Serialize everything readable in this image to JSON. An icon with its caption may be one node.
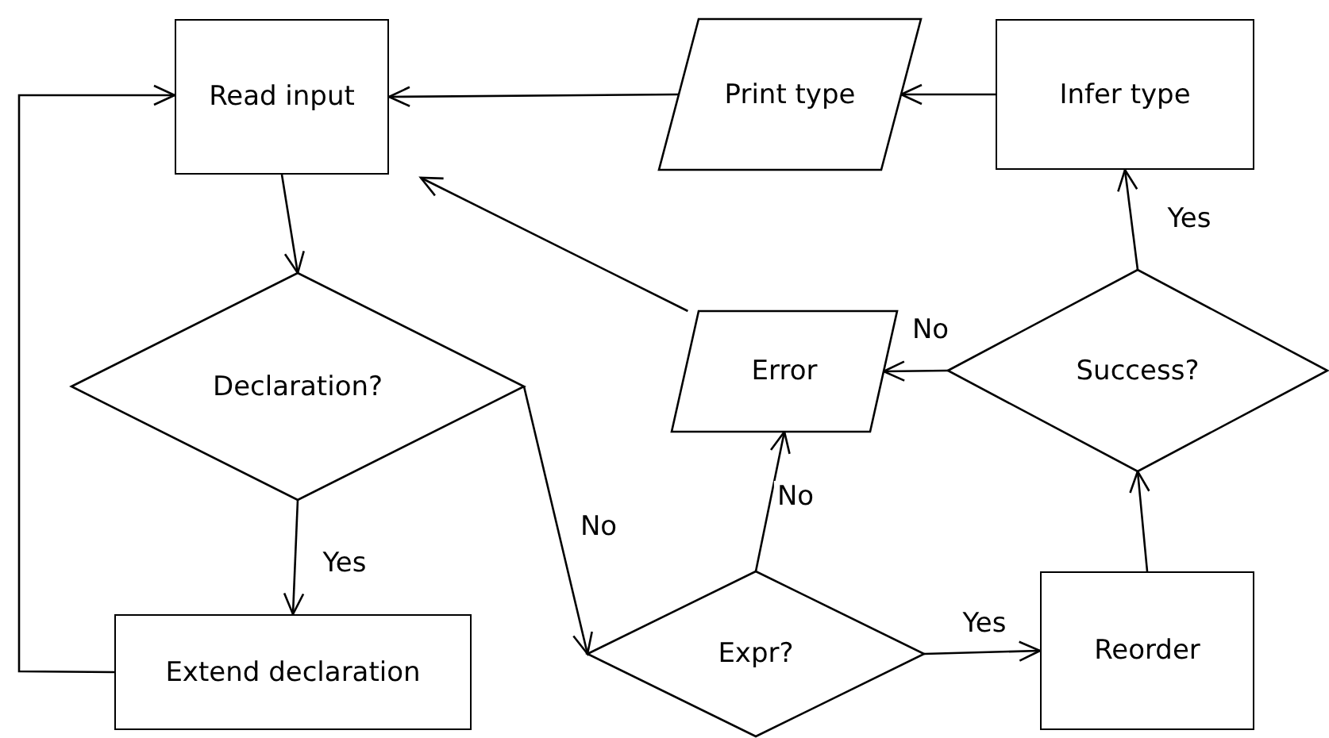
{
  "diagram": {
    "nodes": [
      {
        "text": [
          "Read input"
        ]
      },
      {
        "text": [
          "Declaration?"
        ]
      },
      {
        "text": [
          "Extend declaration"
        ]
      },
      {
        "text": [
          "Print type"
        ]
      },
      {
        "text": [
          "Infer type"
        ]
      },
      {
        "text": [
          "Error"
        ]
      },
      {
        "text": [
          "Success?"
        ]
      },
      {
        "text": [
          "Expr?"
        ]
      },
      {
        "text": [
          "Reorder"
        ]
      }
    ],
    "edges": [
      {
        "from": 0,
        "to": 1,
        "arrow": "to"
      },
      {
        "from": 1,
        "to": 2,
        "arrow": "to",
        "label": "Yes"
      },
      {
        "from": 2,
        "to": 0,
        "arrow": "to"
      },
      {
        "from": 1,
        "to": 7,
        "arrow": "to",
        "label": "No"
      },
      {
        "from": 7,
        "to": 8,
        "arrow": "to",
        "label": "Yes"
      },
      {
        "from": 7,
        "to": 5,
        "arrow": "to",
        "label": "No"
      },
      {
        "from": 8,
        "to": 6,
        "arrow": "to"
      },
      {
        "from": 6,
        "to": 4,
        "arrow": "to",
        "label": "Yes"
      },
      {
        "from": 6,
        "to": 5,
        "arrow": "to",
        "label": "No"
      },
      {
        "from": 4,
        "to": 3,
        "arrow": "to"
      },
      {
        "from": 3,
        "to": 0,
        "arrow": "to"
      },
      {
        "from": 5,
        "to": 0,
        "arrow": "to"
      }
    ]
  }
}
